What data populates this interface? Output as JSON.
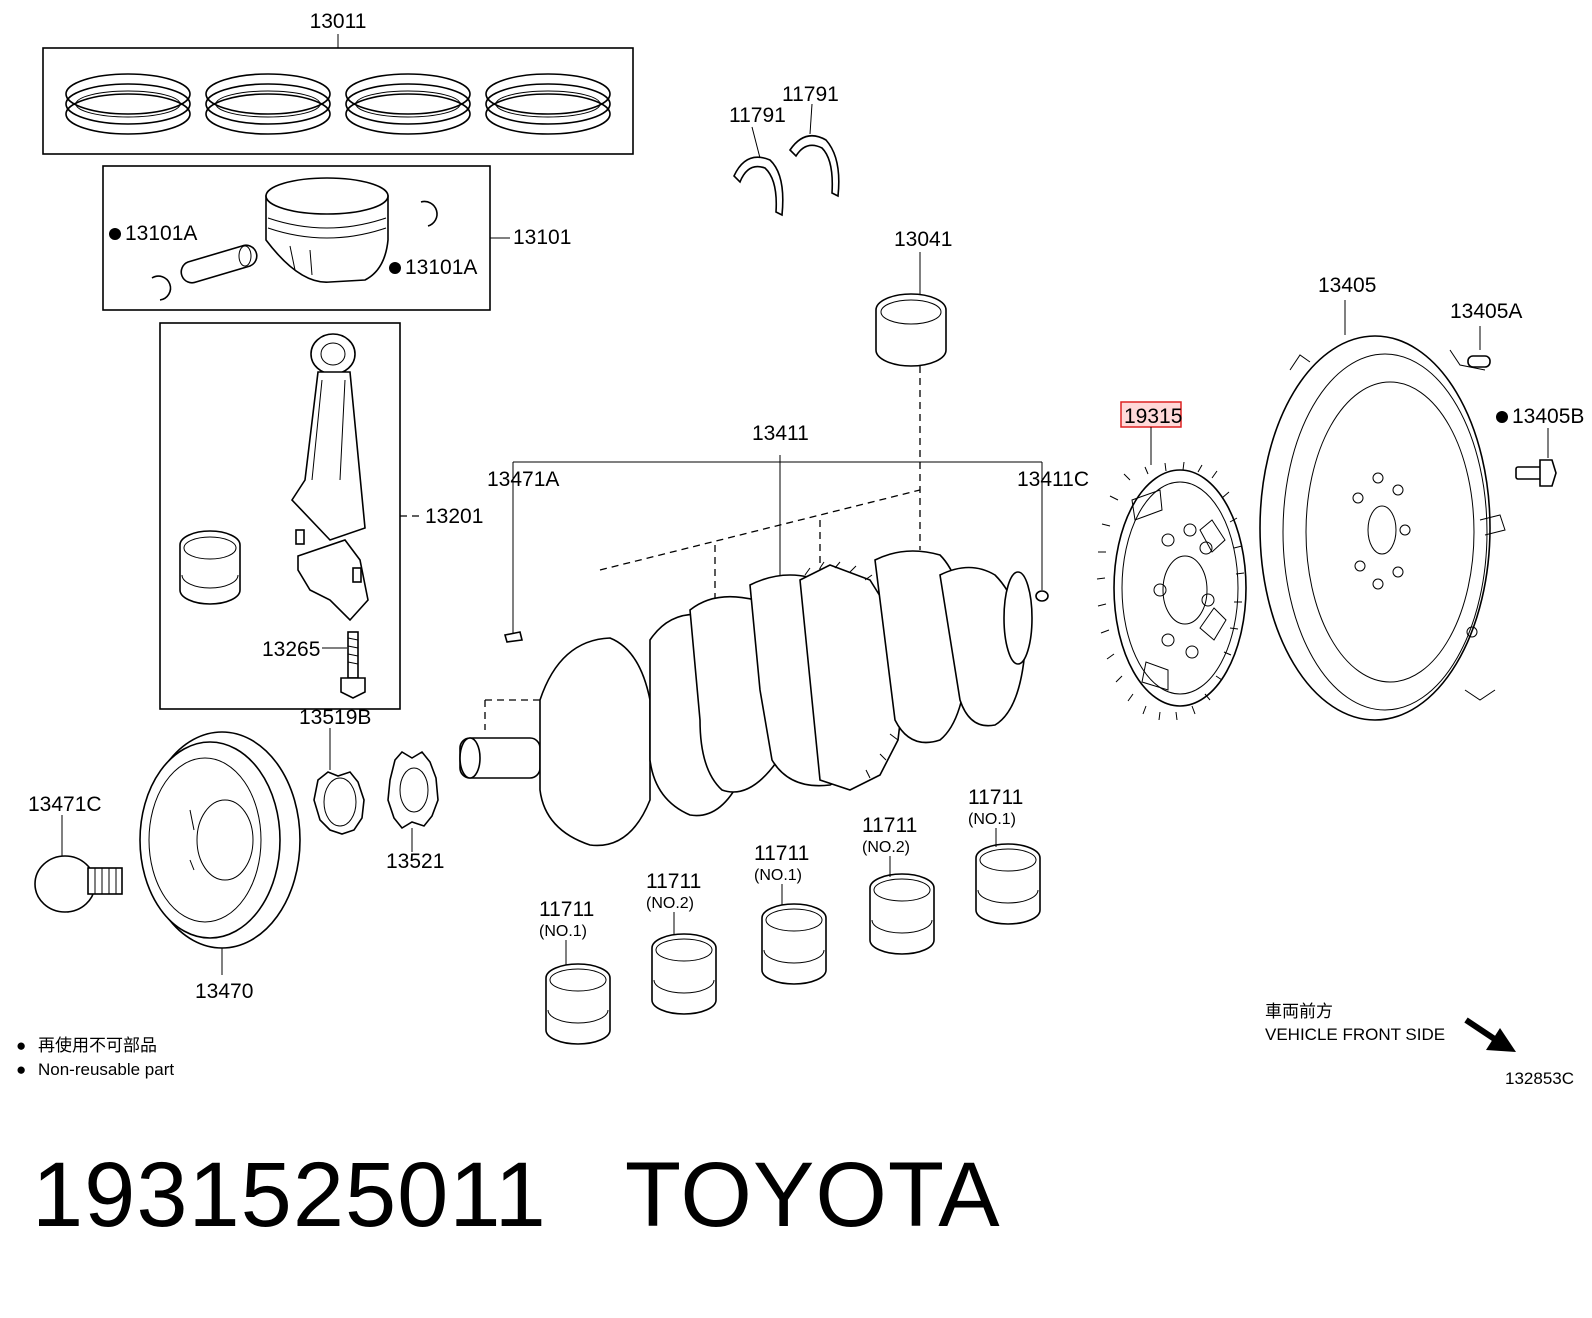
{
  "labels": {
    "piston_ring_set": "13011",
    "piston_sub_assy": "13101",
    "piston_pin_snap_ring_left": "13101A",
    "piston_pin_snap_ring_right": "13101A",
    "connecting_rod_assy": "13201",
    "connecting_rod_bolt": "13265",
    "crankshaft_thrust_washer_left": "11791",
    "crankshaft_thrust_washer_right": "11791",
    "connecting_rod_bearing": "13041",
    "crankshaft": "13411",
    "crankshaft_key_front": "13471A",
    "crankshaft_pin": "13411C",
    "timing_rotor": "19315",
    "flywheel": "13405",
    "flywheel_pin": "13405A",
    "flywheel_bolt": "13405B",
    "pulley_bolt": "13471C",
    "crankshaft_pulley": "13470",
    "crankshaft_timing_gear": "13519B",
    "crankshaft_sprocket": "13521",
    "main_bearing_1": "11711",
    "main_bearing_2": "11711",
    "main_bearing_3": "11711",
    "main_bearing_4": "11711",
    "main_bearing_5": "11711"
  },
  "bearing_sizes": {
    "bearing_1": "(NO.1)",
    "bearing_2": "(NO.2)",
    "bearing_3": "(NO.1)",
    "bearing_4": "(NO.2)",
    "bearing_5": "(NO.1)"
  },
  "legend": {
    "jp": "再使用不可部品",
    "en": "Non-reusable part",
    "bullet": "●"
  },
  "direction": {
    "jp": "車両前方",
    "en": "VEHICLE FRONT SIDE"
  },
  "figure_code": "132853C",
  "highlighted_part": "19315",
  "caption": {
    "part_number": "1931525011",
    "brand": "TOYOTA"
  },
  "colors": {
    "highlight_fill": "#ffd9d9",
    "highlight_stroke": "#d22"
  }
}
